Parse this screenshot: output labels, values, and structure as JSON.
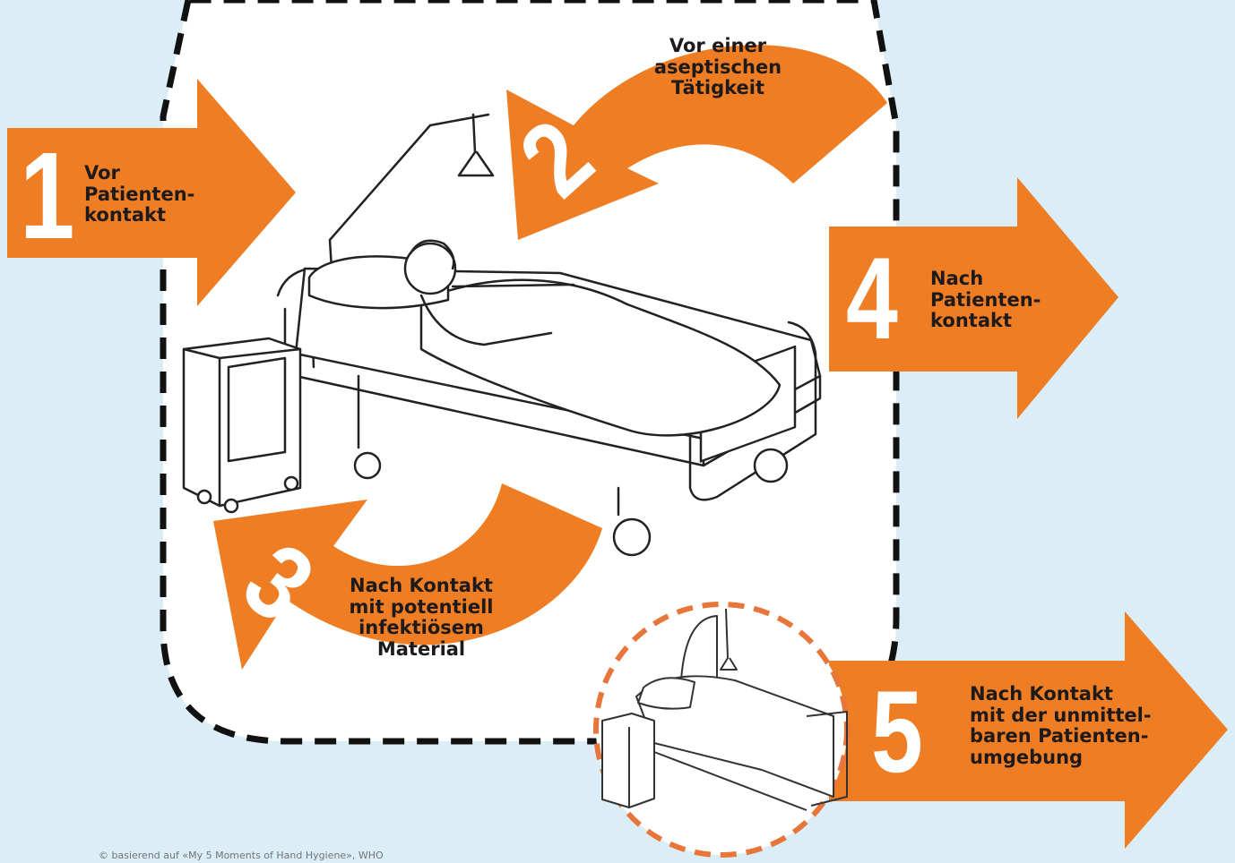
{
  "moments": [
    {
      "number": "1",
      "text": "Vor\nPatienten-\nkontakt"
    },
    {
      "number": "2",
      "text": "Vor einer\naseptischen\nTätigkeit"
    },
    {
      "number": "3",
      "text": "Nach Kontakt\nmit potentiell\ninfektiösem\nMaterial"
    },
    {
      "number": "4",
      "text": "Nach\nPatienten-\nkontakt"
    },
    {
      "number": "5",
      "text": "Nach Kontakt\nmit der unmittel-\nbaren Patienten-\numgebung"
    }
  ],
  "copyright": "© basierend auf «My 5 Moments of Hand Hygiene», WHO",
  "colors": {
    "background": "#dbeef8",
    "arrow": "#ee7d24",
    "zone_dash": "#111111",
    "circle_dash": "#e8763a",
    "text": "#1f1a1a"
  }
}
